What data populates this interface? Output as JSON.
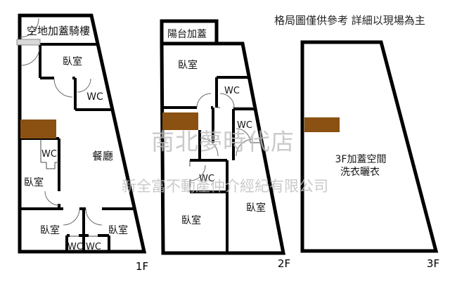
{
  "page": {
    "disclaimer": "格局圖僅供參考 詳細以現場為主"
  },
  "watermark": {
    "line1": "南北夢時代店",
    "line2": "新全富不動產仲介經紀有限公司"
  },
  "colors": {
    "wall": "#000000",
    "stairs": "#8a5112",
    "watermark": "#bdbdbd",
    "window": "#d9d9d9"
  },
  "floors": {
    "f1": {
      "label": "1F",
      "rooms": {
        "arcade": "空地加蓋騎樓",
        "bedroom_top": "臥室",
        "wc_top": "WC",
        "dining": "餐廳",
        "wc_mid": "WC",
        "bedroom_mid": "臥室",
        "bedroom_bottom_left": "臥室",
        "bedroom_bottom_right": "臥室",
        "wc_bottom_left": "WC",
        "wc_bottom_right": "WC"
      }
    },
    "f2": {
      "label": "2F",
      "rooms": {
        "balcony": "陽台加蓋",
        "bedroom_top": "臥室",
        "wc_upper": "WC",
        "wc_mid": "WC",
        "wc_lower": "WC",
        "bedroom_bottom_left": "臥室",
        "bedroom_bottom_right": "臥室"
      }
    },
    "f3": {
      "label": "3F",
      "rooms": {
        "rooftop_line1": "3F加蓋空間",
        "rooftop_line2": "洗衣曬衣"
      }
    }
  }
}
